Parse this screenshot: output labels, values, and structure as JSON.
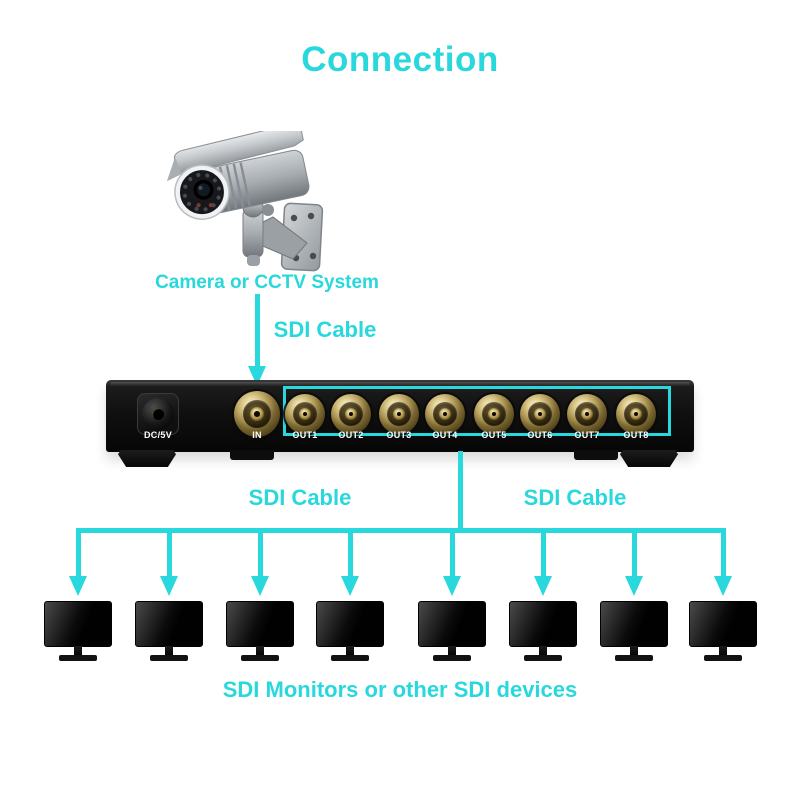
{
  "colors": {
    "accent": "#28d8dc",
    "bnc_gold": "#c9b272",
    "device_body": "#0d0d0d"
  },
  "title": "Connection",
  "camera": {
    "label": "Camera or CCTV System",
    "graphic": "cctv-bullet-camera"
  },
  "cables": {
    "top": "SDI Cable",
    "left": "SDI Cable",
    "right": "SDI Cable"
  },
  "splitter": {
    "dc_label": "DC/5V",
    "in_label": "IN",
    "out_labels": [
      "OUT1",
      "OUT2",
      "OUT3",
      "OUT4",
      "OUT5",
      "OUT6",
      "OUT7",
      "OUT8"
    ]
  },
  "monitors": {
    "count": 8,
    "label": "SDI Monitors or other SDI devices"
  }
}
